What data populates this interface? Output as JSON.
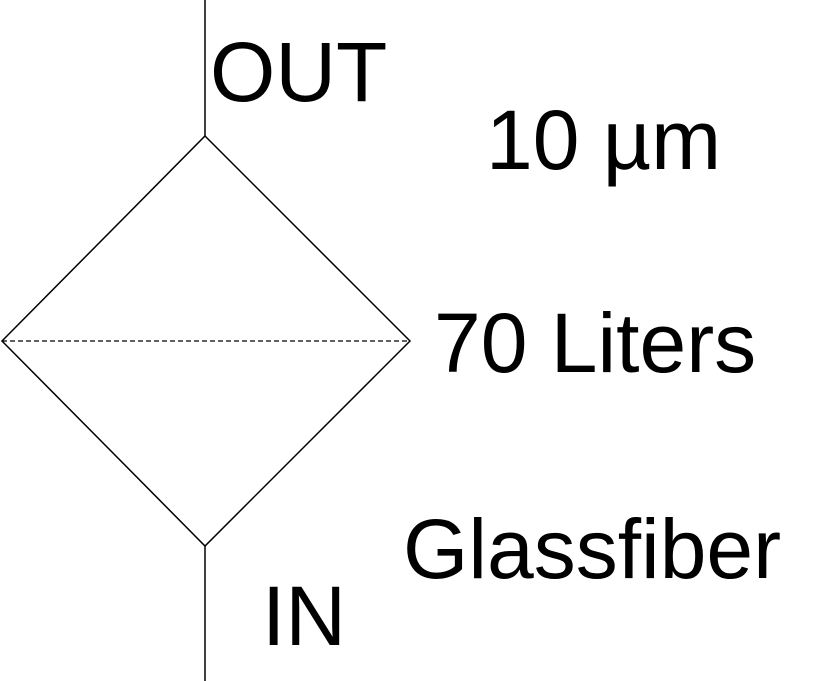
{
  "symbol": {
    "name": "filter",
    "line_color": "#000000",
    "background": "#ffffff"
  },
  "labels": {
    "outlet": "OUT",
    "inlet": "IN",
    "pore_size": "10 µm",
    "volume": "70 Liters",
    "material": "Glassfiber"
  }
}
